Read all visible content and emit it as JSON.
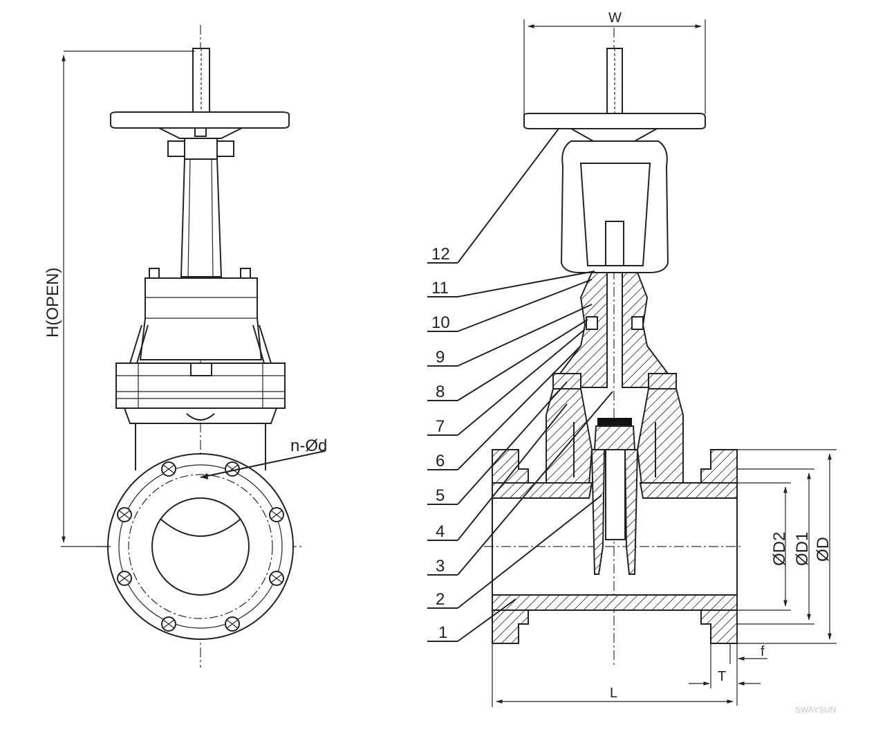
{
  "front_view": {
    "height_label": "H(OPEN)",
    "bolt_label": "n-Ød"
  },
  "section_view": {
    "width_label": "W",
    "length_label": "L",
    "d2_label": "ØD2",
    "d1_label": "ØD1",
    "d_label": "ØD",
    "f_label": "f",
    "t_label": "T",
    "part_numbers": [
      "12",
      "11",
      "10",
      "9",
      "8",
      "7",
      "6",
      "5",
      "4",
      "3",
      "2",
      "1"
    ]
  },
  "watermark": "SWAYSUN"
}
